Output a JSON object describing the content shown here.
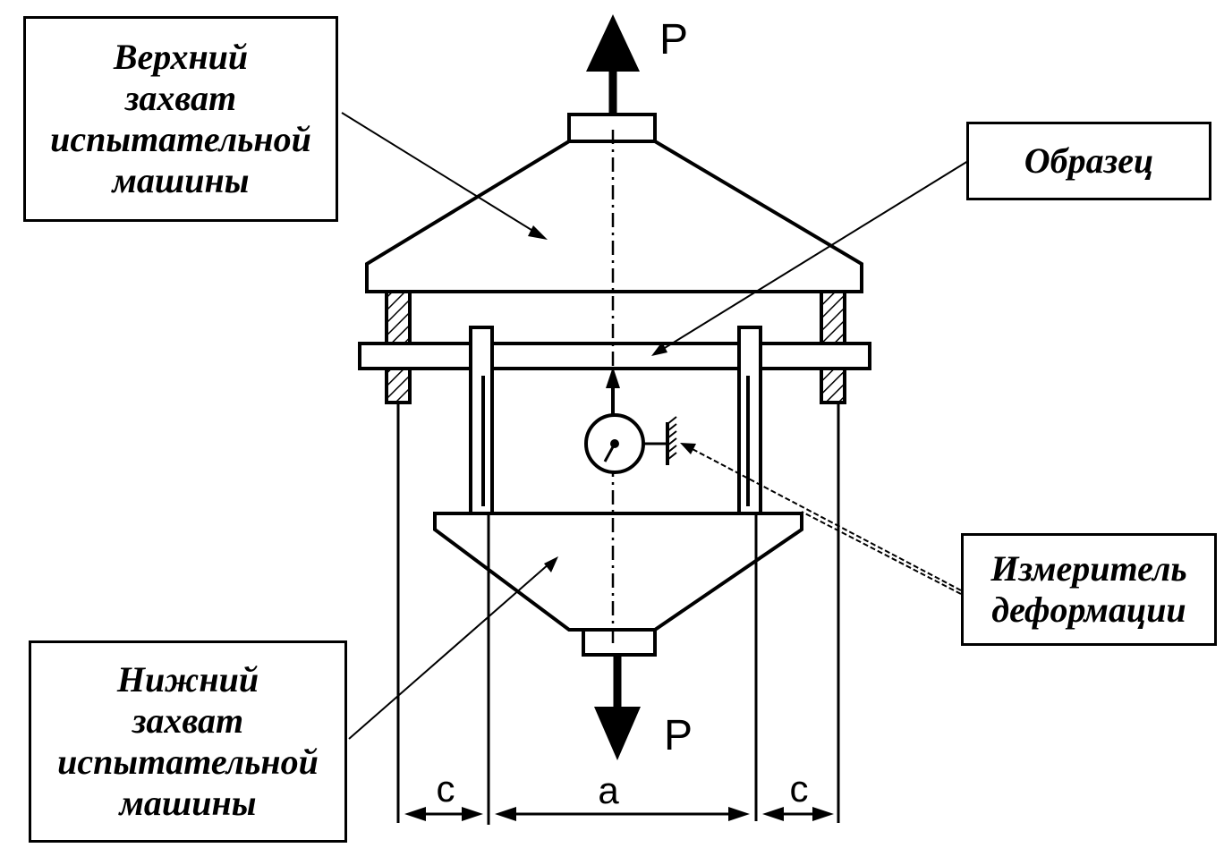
{
  "labels": {
    "upper_grip": [
      "Верхний",
      "захват",
      "испытательной",
      "машины"
    ],
    "specimen": [
      "Образец"
    ],
    "gauge": [
      "Измеритель",
      "деформации"
    ],
    "lower_grip": [
      "Нижний",
      "захват",
      "испытательной",
      "машины"
    ]
  },
  "forces": {
    "top": "P",
    "bottom": "P"
  },
  "dimensions": {
    "left": "c",
    "middle": "a",
    "right": "c"
  }
}
